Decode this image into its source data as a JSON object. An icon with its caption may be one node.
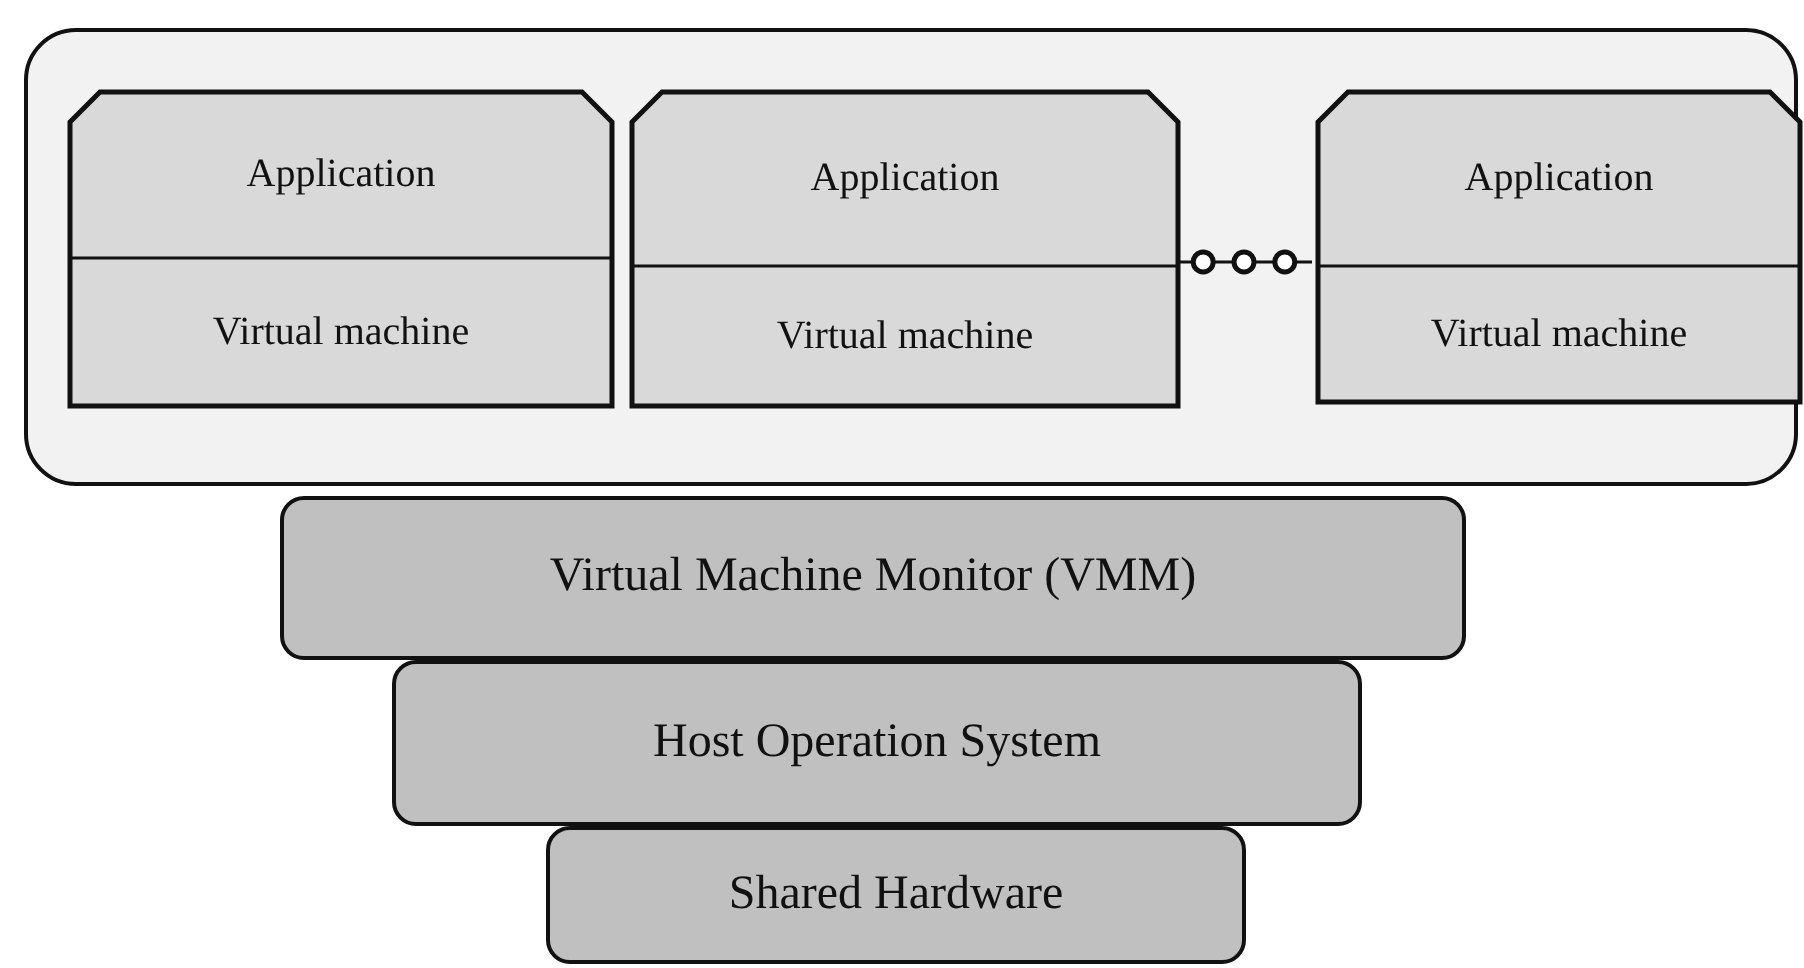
{
  "diagram": {
    "nodes": [
      {
        "text": [],
        "shape": "box"
      },
      {
        "text": [
          "Application",
          "Virtual machine"
        ],
        "in": 0
      },
      {
        "text": [
          "Application",
          "Virtual machine"
        ],
        "in": 0
      },
      {
        "text": [
          "Application",
          "Virtual machine"
        ],
        "in": 0
      },
      {
        "text": [
          "Virtual Machine Monitor (VMM)"
        ]
      },
      {
        "text": [
          "Host Operation System"
        ]
      },
      {
        "text": [
          "Shared Hardware"
        ]
      }
    ],
    "edges": [
      {
        "from": 2,
        "to": 3,
        "arrow": "none"
      }
    ]
  }
}
